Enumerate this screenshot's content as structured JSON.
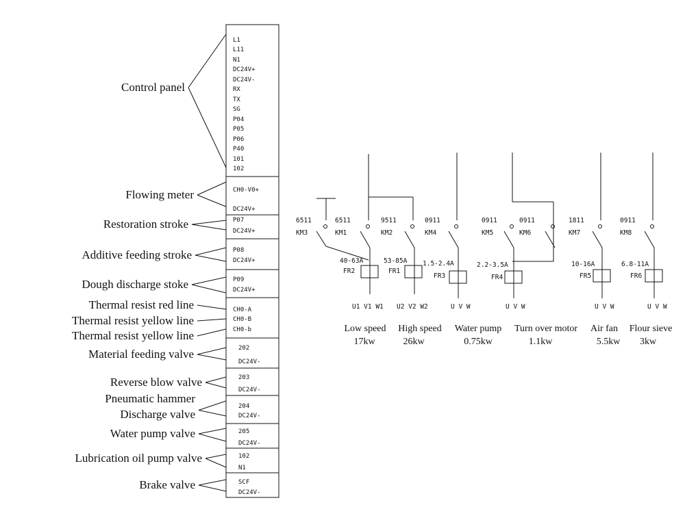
{
  "terminal_groups": [
    {
      "label": [
        "Control panel"
      ],
      "terminals": [
        "L1",
        "L11",
        "N1",
        "DC24V+",
        "DC24V-",
        "RX",
        "TX",
        "SG",
        "P04",
        "P05",
        "P06",
        "P40",
        "101",
        "102"
      ]
    },
    {
      "label": [
        "Flowing meter"
      ],
      "terminals": [
        "CH0-V0+",
        "DC24V+"
      ]
    },
    {
      "label": [
        "Restoration stroke"
      ],
      "terminals": [
        "P07",
        "DC24V+"
      ]
    },
    {
      "label": [
        "Additive feeding stroke"
      ],
      "terminals": [
        "P08",
        "DC24V+"
      ]
    },
    {
      "label": [
        "Dough discharge stoke"
      ],
      "terminals": [
        "P09",
        "DC24V+"
      ]
    },
    {
      "label": [
        "Thermal resist red line",
        "Thermal resist yellow line",
        "Thermal resist yellow line"
      ],
      "terminals": [
        "CH0-A",
        "CH0-B",
        "CH0-b"
      ]
    },
    {
      "label": [
        "Material feeding valve"
      ],
      "terminals": [
        "202",
        "DC24V-"
      ]
    },
    {
      "label": [
        "Reverse blow valve"
      ],
      "terminals": [
        "203",
        "DC24V-"
      ]
    },
    {
      "label": [
        "Pneumatic hammer",
        "Discharge valve"
      ],
      "terminals": [
        "204",
        "DC24V-"
      ]
    },
    {
      "label": [
        "Water pump valve"
      ],
      "terminals": [
        "205",
        "DC24V-"
      ]
    },
    {
      "label": [
        "Lubrication oil pump valve"
      ],
      "terminals": [
        "102",
        "N1"
      ]
    },
    {
      "label": [
        "Brake valve"
      ],
      "terminals": [
        "SCF",
        "DC24V-"
      ]
    }
  ],
  "circuit": {
    "contactors": [
      {
        "code": "6511",
        "name": "KM3"
      },
      {
        "code": "6511",
        "name": "KM1"
      },
      {
        "code": "9511",
        "name": "KM2"
      },
      {
        "code": "0911",
        "name": "KM4"
      },
      {
        "code": "0911",
        "name": "KM5"
      },
      {
        "code": "0911",
        "name": "KM6"
      },
      {
        "code": "1811",
        "name": "KM7"
      },
      {
        "code": "0911",
        "name": "KM8"
      }
    ],
    "relays": [
      {
        "range": "40-63A",
        "name": "FR2"
      },
      {
        "range": "53-85A",
        "name": "FR1"
      },
      {
        "range": "1.5-2.4A",
        "name": "FR3"
      },
      {
        "range": "2.2-3.5A",
        "name": "FR4"
      },
      {
        "range": "10-16A",
        "name": "FR5"
      },
      {
        "range": "6.8-11A",
        "name": "FR6"
      }
    ],
    "outputs": [
      {
        "terminals": "U1  V1  W1",
        "name": "Low speed",
        "power": "17kw"
      },
      {
        "terminals": "U2  V2  W2",
        "name": "High speed",
        "power": "26kw"
      },
      {
        "terminals": "U  V  W",
        "name": "Water pump",
        "power": "0.75kw"
      },
      {
        "terminals": "U  V  W",
        "name": "Turn over motor",
        "power": "1.1kw"
      },
      {
        "terminals": "U  V  W",
        "name": "Air fan",
        "power": "5.5kw"
      },
      {
        "terminals": "U  V  W",
        "name": "Flour sieve",
        "power": "3kw"
      }
    ]
  }
}
